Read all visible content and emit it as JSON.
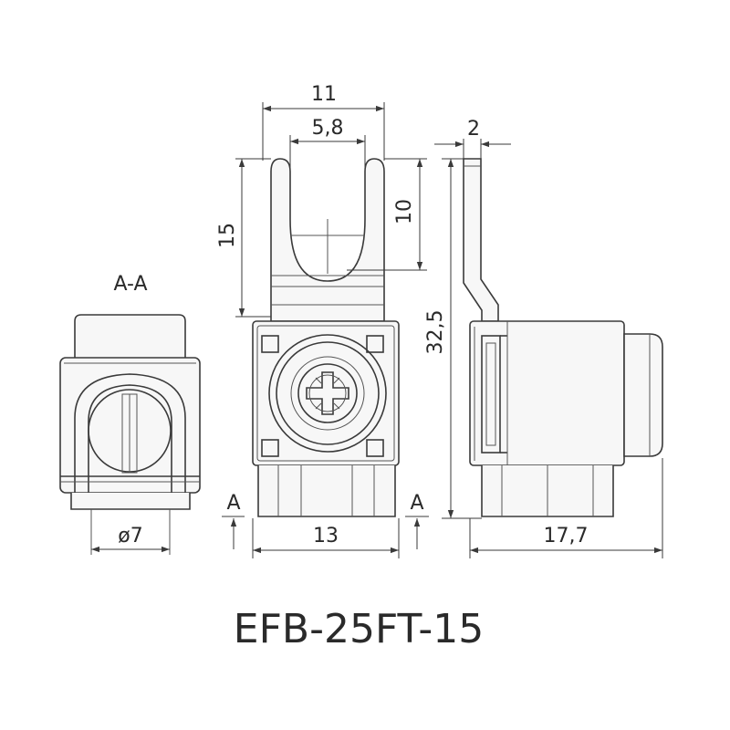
{
  "title": "EFB-25FT-15",
  "section_label": "A-A",
  "section_marker_left": "A",
  "section_marker_right": "A",
  "dimensions": {
    "width_top": "11",
    "slot_width": "5,8",
    "thickness": "2",
    "height_fork": "15",
    "slot_depth": "10",
    "total_height": "32,5",
    "diameter": "ø7",
    "body_width": "13",
    "side_depth": "17,7"
  },
  "colors": {
    "line": "#3a3a3a",
    "background": "#ffffff"
  }
}
